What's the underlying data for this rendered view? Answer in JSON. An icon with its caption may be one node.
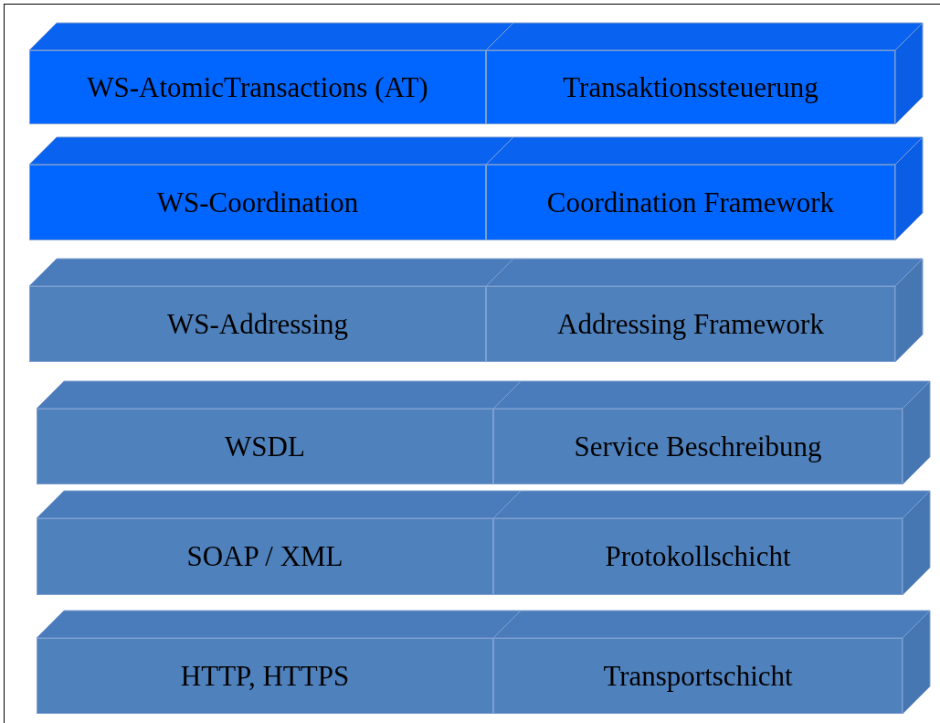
{
  "diagram": {
    "nodes": [
      {
        "text": [
          "WS-AtomicTransactions (AT)"
        ]
      },
      {
        "text": [
          "Transaktionssteuerung"
        ]
      },
      {
        "text": [
          "WS-Coordination"
        ]
      },
      {
        "text": [
          "Coordination Framework"
        ]
      },
      {
        "text": [
          "WS-Addressing"
        ]
      },
      {
        "text": [
          "Addressing Framework"
        ]
      },
      {
        "text": [
          "WSDL"
        ]
      },
      {
        "text": [
          "Service Beschreibung"
        ]
      },
      {
        "text": [
          "SOAP / XML"
        ]
      },
      {
        "text": [
          "Protokollschicht"
        ]
      },
      {
        "text": [
          "HTTP, HTTPS"
        ]
      },
      {
        "text": [
          "Transportschicht"
        ]
      }
    ]
  }
}
